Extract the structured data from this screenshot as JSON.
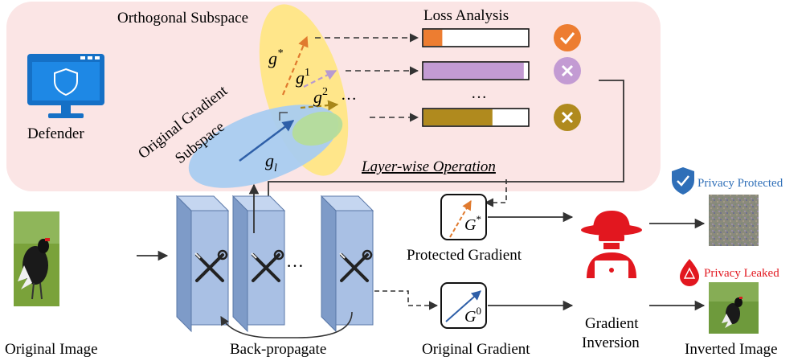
{
  "labels": {
    "orthogonal_subspace": "Orthogonal Subspace",
    "loss_analysis": "Loss Analysis",
    "defender": "Defender",
    "original_gradient_subspace_1": "Original Gradient",
    "original_gradient_subspace_2": "Subspace",
    "layer_wise_operation": "Layer-wise Operation",
    "privacy_protected": "Privacy Protected",
    "privacy_leaked": "Privacy Leaked",
    "protected_gradient": "Protected Gradient",
    "original_gradient": "Original Gradient",
    "gradient_inversion_1": "Gradient",
    "gradient_inversion_2": "Inversion",
    "original_image": "Original Image",
    "back_propagate": "Back-propagate",
    "inverted_image": "Inverted Image",
    "ellipsis_layers": "…",
    "ellipsis_vectors": "…",
    "ellipsis_bars": "…"
  },
  "vectors": {
    "g_star": "g",
    "g_star_sup": "*",
    "g1": "g",
    "g1_sup": "1",
    "g2": "g",
    "g2_sup": "2",
    "gl": "g",
    "gl_sub": "l",
    "G_star": "G",
    "G_star_sup": "*",
    "G0": "G",
    "G0_sup": "0"
  },
  "loss_bars": [
    {
      "fill": 0.18,
      "color": "#ED7D31",
      "status": "check"
    },
    {
      "fill": 0.96,
      "color": "#C39BD3",
      "status": "cross"
    },
    {
      "fill": 0.66,
      "color": "#B08A1E",
      "status": "cross"
    }
  ],
  "colors": {
    "panel": "#FBE5E5",
    "orthogonal_ellipse": "#FFE680",
    "original_ellipse": "#A9CCF0",
    "overlap": "#B5DC9A",
    "layer_block": "#9FB8E0",
    "defender_blue": "#1570C6",
    "attacker_red": "#E2171F",
    "protected_blue": "#2F6FB8",
    "leaked_red": "#E2171F",
    "check_orange": "#ED7D31",
    "cross_purple": "#C39BD3",
    "cross_olive": "#B08A1E"
  },
  "icons": [
    "monitor-shield-icon",
    "wrench-screwdriver-icon",
    "hacker-icon",
    "shield-check-icon",
    "drop-warning-icon",
    "check-icon",
    "cross-icon"
  ]
}
